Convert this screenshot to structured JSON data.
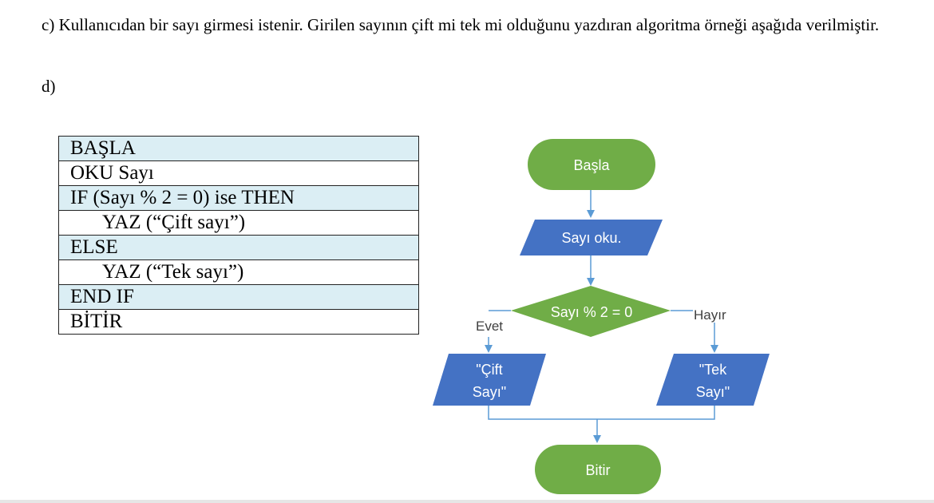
{
  "intro": "c) Kullanıcıdan bir sayı girmesi istenir. Girilen sayının çift mi tek mi olduğunu yazdıran algoritma örneği aşağıda verilmiştir.",
  "label_d": "d)",
  "algorithm_rows": [
    {
      "text": "BAŞLA",
      "indent": false
    },
    {
      "text": "OKU Sayı",
      "indent": false
    },
    {
      "text": "IF (Sayı % 2 = 0) ise THEN",
      "indent": false
    },
    {
      "text": "YAZ (“Çift sayı”)",
      "indent": true
    },
    {
      "text": "ELSE",
      "indent": false
    },
    {
      "text": "YAZ (“Tek sayı”)",
      "indent": true
    },
    {
      "text": "END IF",
      "indent": false
    },
    {
      "text": "BİTİR",
      "indent": false
    }
  ],
  "flowchart": {
    "start": "Başla",
    "input": "Sayı oku.",
    "decision": "Sayı % 2 = 0",
    "yes_label": "Evet",
    "no_label": "Hayır",
    "out_even_line1": "\"Çift",
    "out_even_line2": "Sayı\"",
    "out_odd_line1": "\"Tek",
    "out_odd_line2": "Sayı\"",
    "end": "Bitir"
  },
  "colors": {
    "terminal": "#70ad47",
    "io": "#4472c4",
    "decision": "#70ad47",
    "arrow": "#5b9bd5",
    "table_shade": "#dbeef4"
  }
}
